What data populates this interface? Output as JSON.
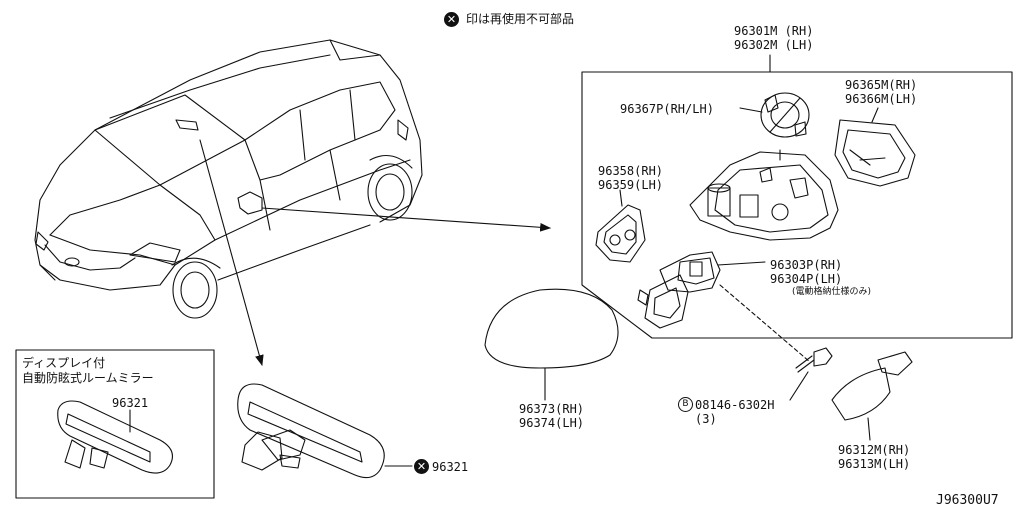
{
  "legend": {
    "icon": "x-circle-icon",
    "text": "印は再使用不可部品"
  },
  "inset_box": {
    "title_line1": "ディスプレイ付",
    "title_line2": "自動防眩式ルームミラー",
    "part": "96321"
  },
  "mirror_part_marked": "96321",
  "parts": {
    "p96301": {
      "line1": "96301M (RH)",
      "line2": "96302M (LH)"
    },
    "p96365": {
      "line1": "96365M(RH)",
      "line2": "96366M(LH)"
    },
    "p96367": "96367P(RH/LH)",
    "p96358": {
      "line1": "96358(RH)",
      "line2": "96359(LH)"
    },
    "p96303": {
      "line1": "96303P(RH)",
      "line2": "96304P(LH)",
      "note": "(電動格納仕様のみ)"
    },
    "p96373": {
      "line1": "96373(RH)",
      "line2": "96374(LH)"
    },
    "bolt": {
      "circle": "B",
      "line1": "08146-6302H",
      "line2": "(3)"
    },
    "p96312": {
      "line1": "96312M(RH)",
      "line2": "96313M(LH)"
    }
  },
  "diagram_code": "J96300U7"
}
